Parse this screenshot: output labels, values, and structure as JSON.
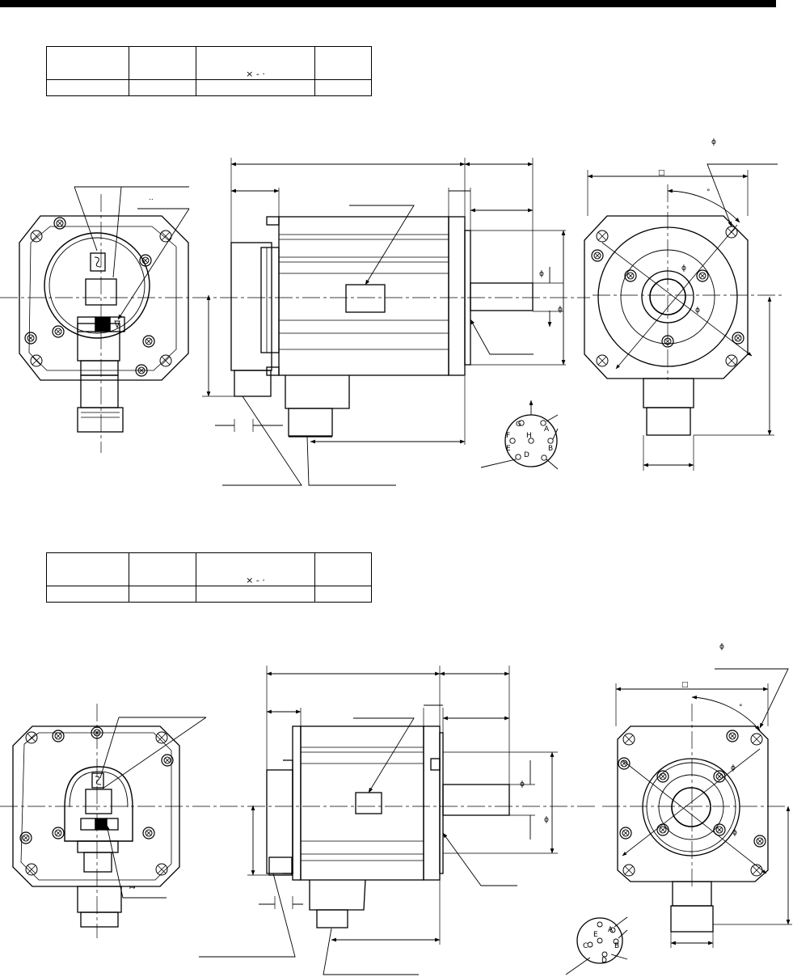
{
  "spec_tables": [
    {
      "header": [
        "",
        "",
        "×  -  ·",
        ""
      ],
      "row": [
        "",
        "",
        "",
        ""
      ]
    },
    {
      "header": [
        "",
        "",
        "×  -  ·",
        ""
      ],
      "row": [
        "",
        "",
        "",
        ""
      ]
    }
  ],
  "drawing1": {
    "rear_marks": [
      ".."
    ],
    "front_marks": [
      "ϕ",
      "□",
      "°",
      "ϕ",
      "ϕ"
    ],
    "shaft_marks": [
      "ϕ",
      "ϕ"
    ],
    "connector_pins": [
      "G",
      "A",
      "H",
      "F",
      "B",
      "E",
      "D"
    ]
  },
  "drawing2": {
    "rear_marks": [
      "↦"
    ],
    "front_marks": [
      "ϕ",
      "□",
      "°",
      "ϕ",
      "ϕ"
    ],
    "shaft_marks": [
      "ϕ",
      "ϕ"
    ],
    "connector_pins": [
      "A",
      "E",
      "B",
      "C",
      "D"
    ]
  },
  "icons": [
    "serial-label-icon",
    "terminal-label-icon",
    "thread-symbol-icon"
  ]
}
